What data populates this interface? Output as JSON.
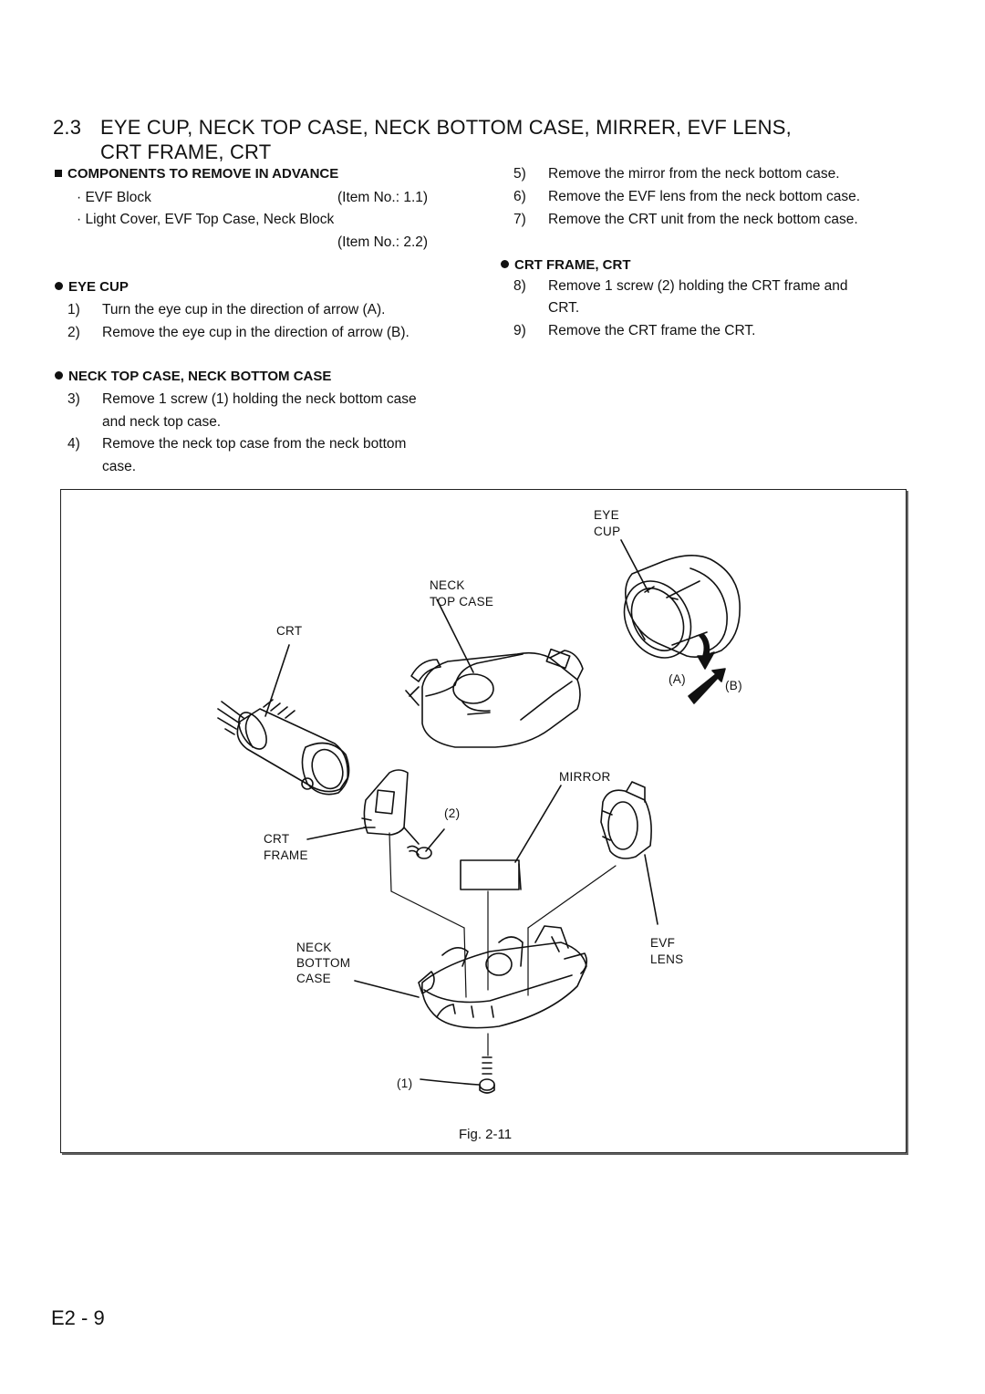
{
  "header": {
    "section_number": "2.3",
    "title_line1": "EYE CUP, NECK TOP CASE, NECK BOTTOM CASE, MIRRER, EVF LENS,",
    "title_line2": "CRT FRAME, CRT"
  },
  "components": {
    "heading": "COMPONENTS TO REMOVE IN ADVANCE",
    "item1_name": "· EVF Block",
    "item1_ref": "(Item No.:  1.1)",
    "item2_name": "· Light Cover, EVF Top Case, Neck Block",
    "item2_ref": "(Item No.:  2.2)"
  },
  "eye_cup": {
    "heading": "EYE CUP",
    "steps": [
      {
        "n": "1)",
        "text": "Turn the eye cup in the direction of arrow (A)."
      },
      {
        "n": "2)",
        "text": "Remove the eye cup in the direction of arrow (B)."
      }
    ]
  },
  "neck_case": {
    "heading": "NECK TOP CASE, NECK BOTTOM CASE",
    "steps": [
      {
        "n": "3)",
        "text": "Remove 1 screw (1) holding the neck bottom case",
        "cont": "and neck top case."
      },
      {
        "n": "4)",
        "text": "Remove the neck top case from the neck bottom",
        "cont": "case."
      }
    ]
  },
  "right_steps": [
    {
      "n": "5)",
      "text": "Remove the mirror from the neck bottom case."
    },
    {
      "n": "6)",
      "text": "Remove the EVF lens from the neck bottom case."
    },
    {
      "n": "7)",
      "text": "Remove the CRT unit from the neck bottom case."
    }
  ],
  "crt_frame": {
    "heading": "CRT FRAME, CRT",
    "steps": [
      {
        "n": "8)",
        "text": "Remove 1 screw (2) holding the CRT frame and",
        "cont": "CRT."
      },
      {
        "n": "9)",
        "text": "Remove the CRT frame the CRT."
      }
    ]
  },
  "figure": {
    "labels": {
      "eye_cup_1": "EYE",
      "eye_cup_2": "CUP",
      "neck_top_1": "NECK",
      "neck_top_2": "TOP CASE",
      "crt": "CRT",
      "arrow_a": "(A)",
      "arrow_b": "(B)",
      "mirror": "MIRROR",
      "screw2": "(2)",
      "crt_frame_1": "CRT",
      "crt_frame_2": "FRAME",
      "neck_bottom_1": "NECK",
      "neck_bottom_2": "BOTTOM",
      "neck_bottom_3": "CASE",
      "evf_lens_1": "EVF",
      "evf_lens_2": "LENS",
      "screw1": "(1)"
    },
    "caption": "Fig. 2-11"
  },
  "footer": {
    "page": "E2 - 9"
  }
}
